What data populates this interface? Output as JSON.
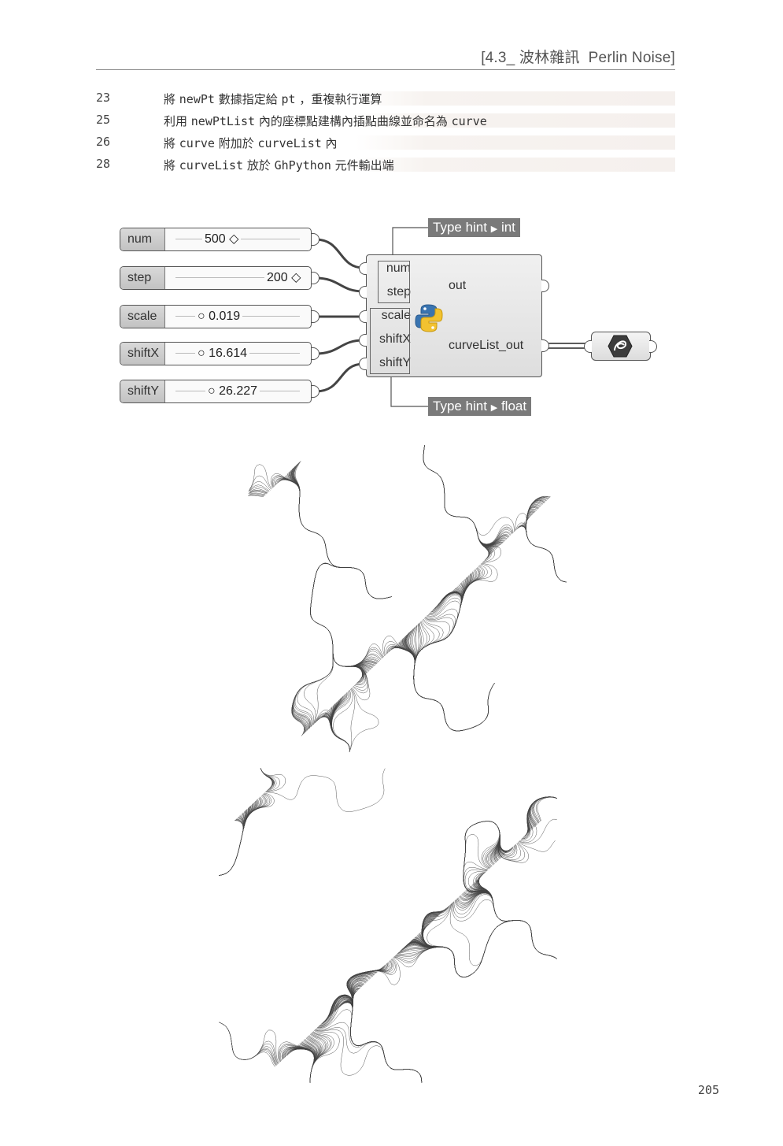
{
  "header": {
    "title": "[4.3_ 波林雜訊  Perlin Noise]"
  },
  "code_notes": [
    {
      "line": "23",
      "parts": [
        [
          "將 ",
          false
        ],
        [
          "newPt",
          true
        ],
        [
          " 數據指定給 ",
          false
        ],
        [
          "pt",
          true
        ],
        [
          " ，重複執行運算",
          false
        ]
      ]
    },
    {
      "line": "25",
      "parts": [
        [
          "利用 ",
          false
        ],
        [
          "newPtList",
          true
        ],
        [
          " 內的座標點建構內插點曲線並命名為 ",
          false
        ],
        [
          "curve",
          true
        ]
      ]
    },
    {
      "line": "26",
      "parts": [
        [
          "將 ",
          false
        ],
        [
          "curve",
          true
        ],
        [
          " 附加於 ",
          false
        ],
        [
          "curveList",
          true
        ],
        [
          " 內",
          false
        ]
      ]
    },
    {
      "line": "28",
      "parts": [
        [
          "將 ",
          false
        ],
        [
          "curveList",
          true
        ],
        [
          " 放於 ",
          false
        ],
        [
          "GhPython",
          true
        ],
        [
          " 元件輸出端",
          false
        ]
      ]
    }
  ],
  "sliders": [
    {
      "label": "num",
      "value": "500",
      "marker": "diamond"
    },
    {
      "label": "step",
      "value": "200",
      "marker": "diamond"
    },
    {
      "label": "scale",
      "value": "0.019",
      "marker": "circle"
    },
    {
      "label": "shiftX",
      "value": "16.614",
      "marker": "circle"
    },
    {
      "label": "shiftY",
      "value": "26.227",
      "marker": "circle"
    }
  ],
  "component": {
    "inputs": [
      "num",
      "step",
      "scale",
      "shiftX",
      "shiftY"
    ],
    "outputs": [
      "out",
      "curveList_out"
    ],
    "icon": "python-icon"
  },
  "type_hints": {
    "int_prefix": "Type hint",
    "int_value": "int",
    "float_prefix": "Type hint",
    "float_value": "float"
  },
  "page_number": "205"
}
